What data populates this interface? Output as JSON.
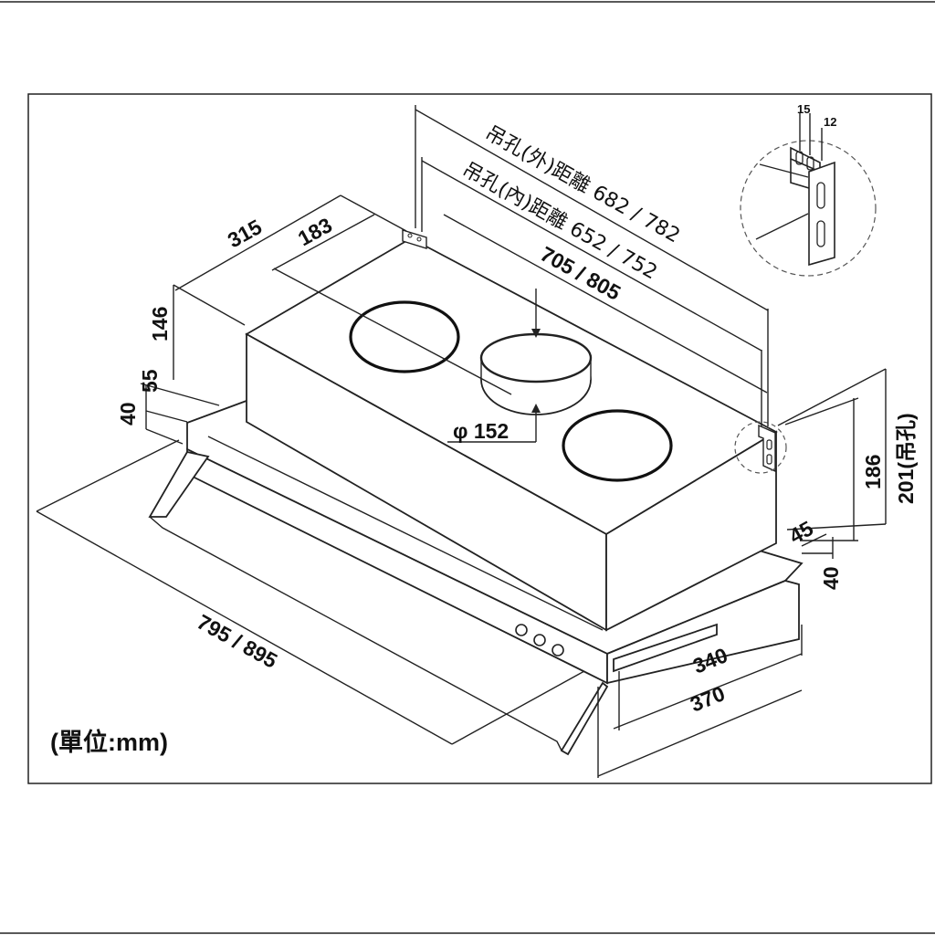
{
  "dimensions": {
    "outer_hole_distance": "吊孔(外)距離 682 / 782",
    "inner_hole_distance": "吊孔(內)距離 652 / 752",
    "top_length": "705 / 805",
    "depth_315": "315",
    "depth_183": "183",
    "height_146": "146",
    "height_55": "55",
    "height_40_left": "40",
    "duct_diameter": "φ 152",
    "height_186": "186",
    "height_201": "201(吊孔)",
    "offset_45": "45",
    "height_40_right": "40",
    "depth_340": "340",
    "depth_370": "370",
    "width_795_895": "795 / 895",
    "bracket_15": "15",
    "bracket_12": "12"
  },
  "unit_label": "(單位:mm)"
}
